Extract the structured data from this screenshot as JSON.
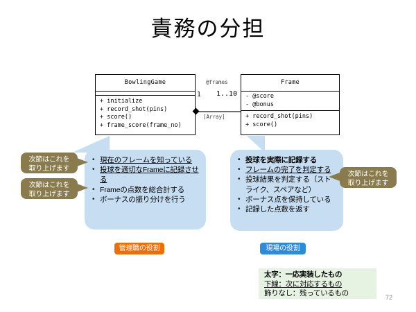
{
  "slide": {
    "title": "責務の分担",
    "page_number": "72"
  },
  "uml": {
    "classes": [
      {
        "name": "BowlingGame",
        "attributes": [],
        "operations": [
          "+ initialize",
          "+ record_shot(pins)",
          "+ score()",
          "+ frame_score(frame_no)"
        ]
      },
      {
        "name": "Frame",
        "attributes": [
          "- @score",
          "- @bonus"
        ],
        "operations": [
          "+ record_shot(pins)",
          "+ score()"
        ]
      }
    ],
    "association": {
      "role_name": "@frames",
      "multiplicity_source": "1",
      "multiplicity_target": "1..10",
      "type_note": "[Array]"
    }
  },
  "callouts": {
    "left": {
      "items": [
        {
          "text": "現在のフレームを知っている",
          "style": "underline"
        },
        {
          "text": "投球を適切なFrameに記録させる",
          "style": "underline"
        },
        {
          "text": "Frameの点数を総合計する",
          "style": "plain"
        },
        {
          "text": "ボーナスの振り分けを行う",
          "style": "plain"
        }
      ]
    },
    "right": {
      "items": [
        {
          "text": "投球を実際に記録する",
          "style": "bold"
        },
        {
          "text": "フレームの完了を判定する",
          "style": "underline"
        },
        {
          "text": "投球結果を判定する（ストライク、スペアなど）",
          "style": "plain"
        },
        {
          "text": "ボーナス点を保持している",
          "style": "plain"
        },
        {
          "text": "記録した点数を返す",
          "style": "plain"
        }
      ]
    }
  },
  "annotations": {
    "next_section_1": "次節はこれを\n取り上げます",
    "next_section_2": "次節はこれを\n取り上げます",
    "next_section_3": "次節はこれを\n取り上げます"
  },
  "roles": {
    "manager": "管理職の役割",
    "field": "現場の役割"
  },
  "legend": {
    "bold_line": "太字：一応実装したもの",
    "underline_line": "下線：次に対応するもの",
    "plain_line": "飾りなし：残っているもの"
  },
  "colors": {
    "callout_blue": "#c6ddf2",
    "annotation_olive": "#897b4e",
    "role_manager_orange": "#e8700d",
    "role_field_blue": "#2e8bd8",
    "legend_green": "#e6f2e2"
  }
}
